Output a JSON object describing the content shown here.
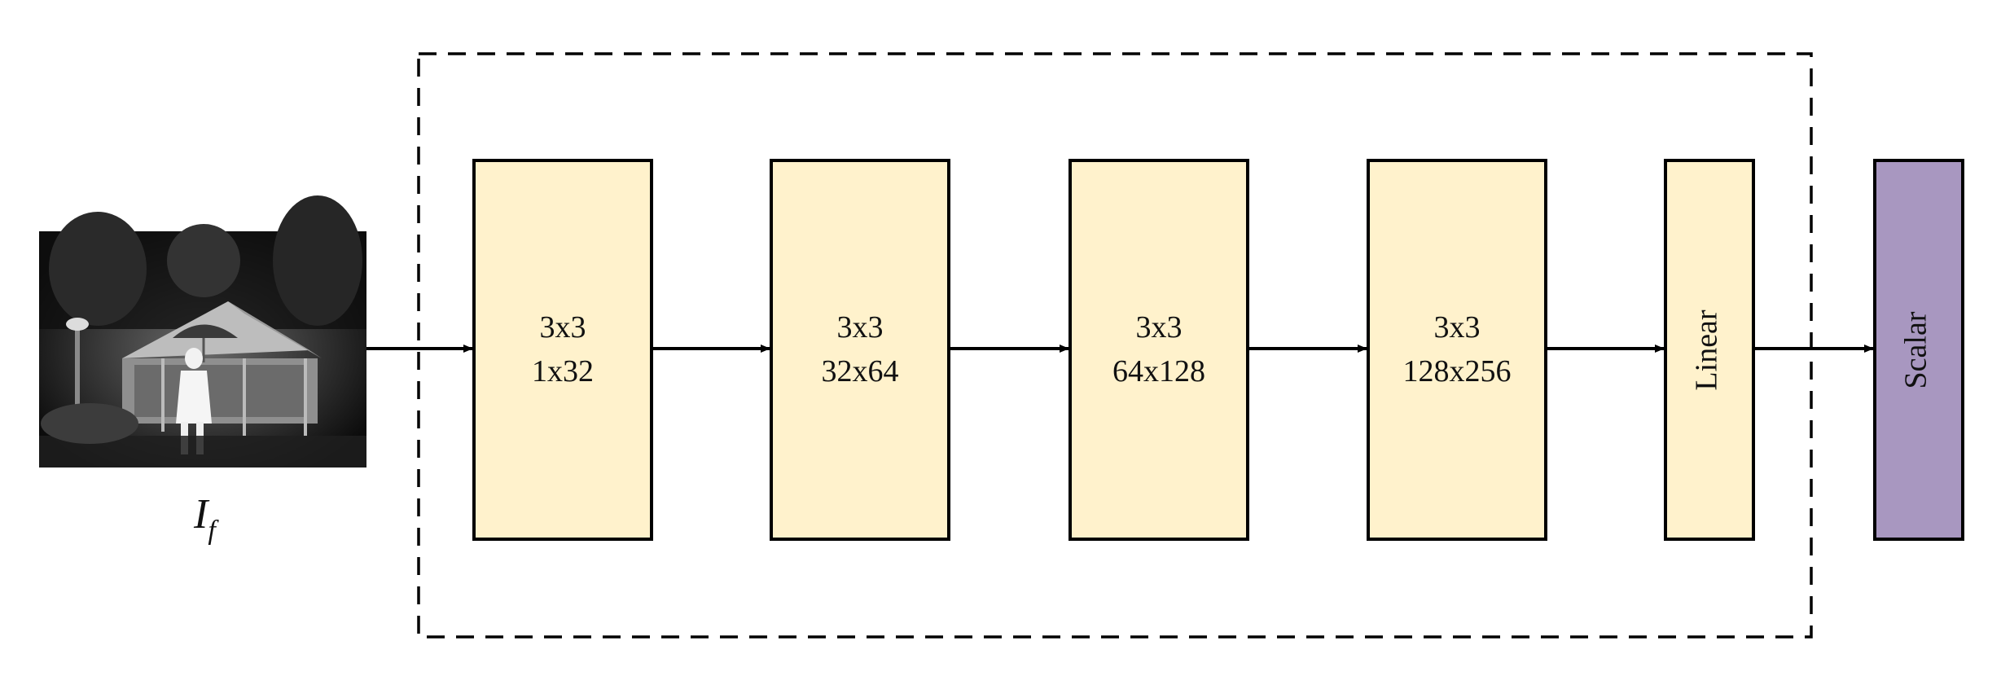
{
  "input_label": {
    "base": "I",
    "subscript": "f"
  },
  "conv_blocks": [
    {
      "kernel": "3x3",
      "channels": "1x32"
    },
    {
      "kernel": "3x3",
      "channels": "32x64"
    },
    {
      "kernel": "3x3",
      "channels": "64x128"
    },
    {
      "kernel": "3x3",
      "channels": "128x256"
    }
  ],
  "linear_block": {
    "label": "Linear"
  },
  "output_block": {
    "label": "Scalar"
  },
  "colors": {
    "block_fill": "#FFF2CC",
    "output_fill": "#A897C0",
    "stroke": "#000000"
  }
}
